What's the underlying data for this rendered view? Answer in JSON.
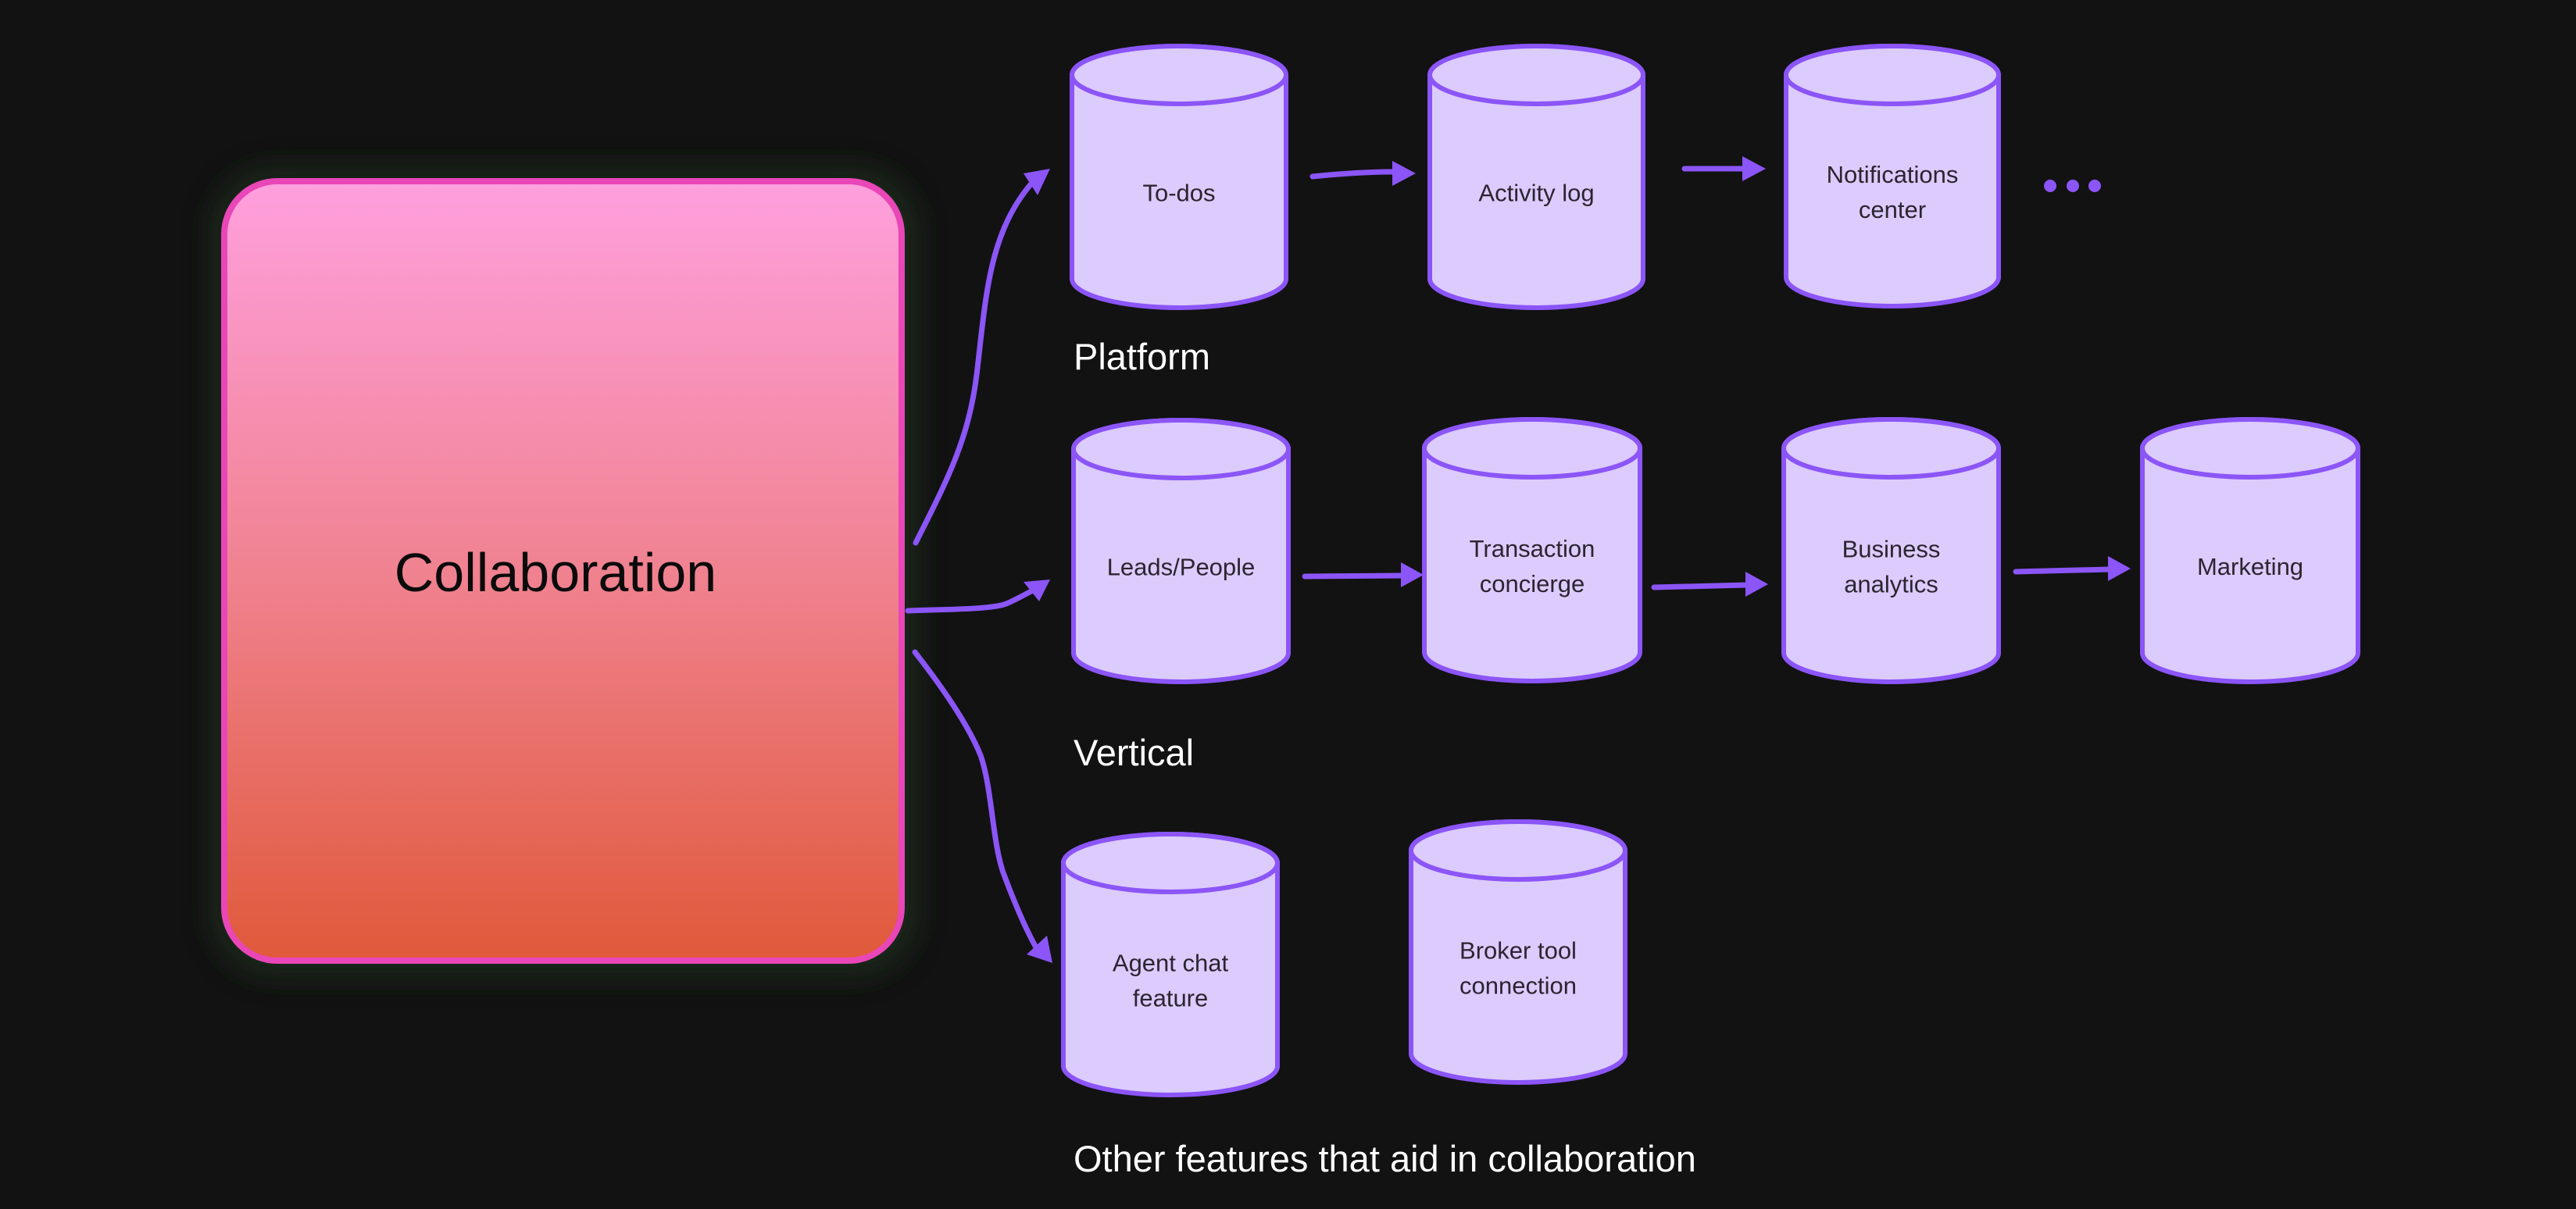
{
  "hub": {
    "label": "Collaboration"
  },
  "sections": {
    "platform": "Platform",
    "vertical": "Vertical",
    "other": "Other features that aid in collaboration"
  },
  "nodes": {
    "todos": [
      "To-dos"
    ],
    "activity_log": [
      "Activity log"
    ],
    "notifications_center": [
      "Notifications",
      "center"
    ],
    "leads_people": [
      "Leads/People"
    ],
    "transaction_concierge": [
      "Transaction",
      "concierge"
    ],
    "business_analytics": [
      "Business",
      "analytics"
    ],
    "marketing": [
      "Marketing"
    ],
    "agent_chat": [
      "Agent chat",
      "feature"
    ],
    "broker_tool": [
      "Broker tool",
      "connection"
    ]
  },
  "continuation": {
    "icon": "ellipsis-icon"
  },
  "edges": [
    {
      "from": "hub",
      "to": "todos"
    },
    {
      "from": "todos",
      "to": "activity_log"
    },
    {
      "from": "activity_log",
      "to": "notifications_center"
    },
    {
      "from": "hub",
      "to": "leads_people"
    },
    {
      "from": "leads_people",
      "to": "transaction_concierge"
    },
    {
      "from": "transaction_concierge",
      "to": "business_analytics"
    },
    {
      "from": "business_analytics",
      "to": "marketing"
    },
    {
      "from": "hub",
      "to": "agent_chat"
    }
  ],
  "colors": {
    "background": "#121212",
    "hub_gradient_top": "#ffa0de",
    "hub_gradient_bottom": "#e0593a",
    "hub_border": "#e946b8",
    "node_fill": "#dccbfd",
    "node_stroke": "#8b55f7",
    "edge": "#8b55f7",
    "node_text": "#2a2530",
    "section_text": "#ffffff"
  }
}
